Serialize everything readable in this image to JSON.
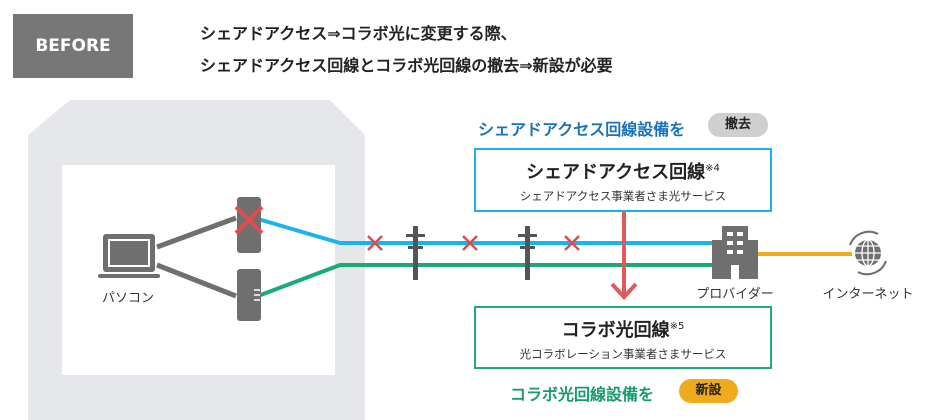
{
  "badge": "BEFORE",
  "title": {
    "line1": "シェアドアクセス⇒コラボ光に変更する際、",
    "line2": "シェアドアクセス回線とコラボ光回線の撤去⇒新設が必要"
  },
  "shared": {
    "heading": "シェアドアクセス回線設備を",
    "action": "撤去",
    "box_title": "シェアドアクセス回線",
    "note": "※4",
    "box_sub": "シェアドアクセス事業者さま光サービス",
    "color": "#19b5e8"
  },
  "collabo": {
    "heading": "コラボ光回線設備を",
    "action": "新設",
    "box_title": "コラボ光回線",
    "note": "※5",
    "box_sub": "光コラボレーション事業者さまサービス",
    "color": "#27a77d"
  },
  "labels": {
    "pc": "パソコン",
    "provider": "プロバイダー",
    "internet": "インターネット"
  }
}
